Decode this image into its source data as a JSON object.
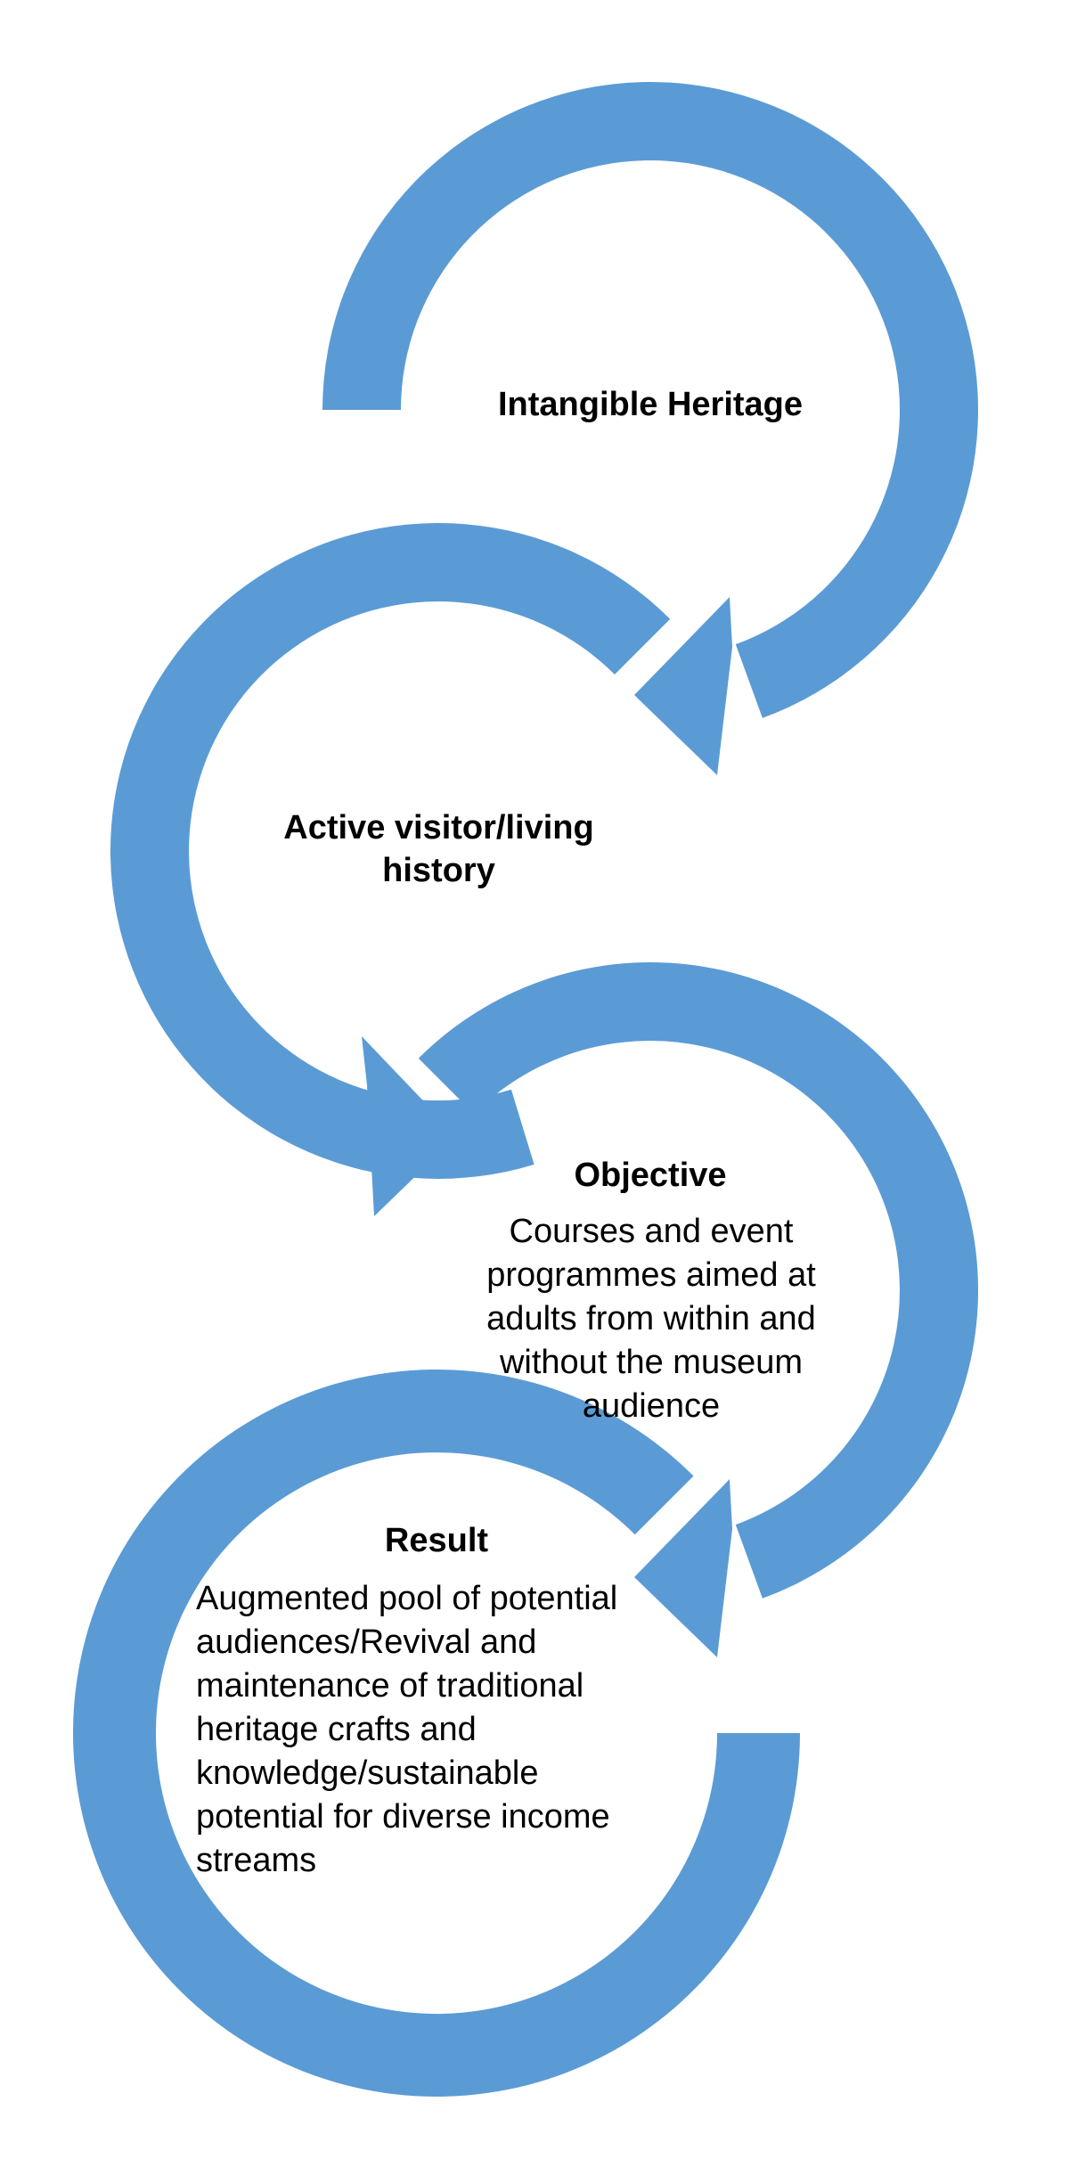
{
  "colors": {
    "arrow": "#5b9bd5",
    "background": "#ffffff",
    "text": "#000000"
  },
  "steps": [
    {
      "title": "Intangible Heritage",
      "body": ""
    },
    {
      "title": "Active visitor/living history",
      "body": ""
    },
    {
      "title": "Objective",
      "body": "Courses and event programmes aimed at adults from within and without the museum audience"
    },
    {
      "title": "Result",
      "body": "Augmented pool of potential audiences/Revival and maintenance of traditional heritage crafts and knowledge/sustainable potential for diverse income streams"
    }
  ]
}
